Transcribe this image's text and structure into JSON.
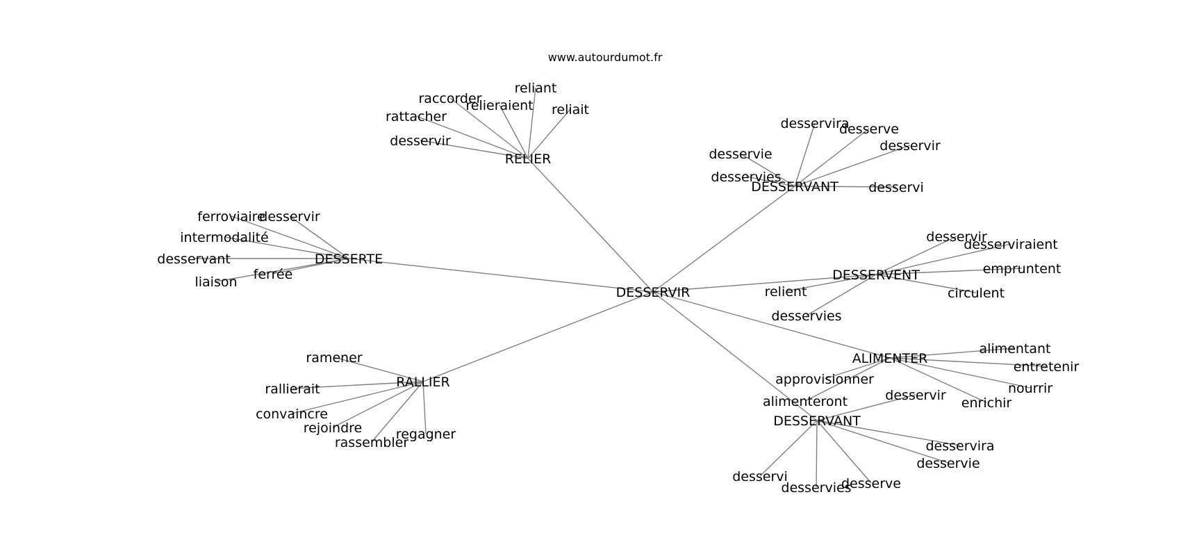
{
  "site": "www.autourdumot.fr",
  "center": "DESSERVIR",
  "clusters": [
    {
      "label": "RELIER",
      "children": [
        "raccorder",
        "reliant",
        "relieraient",
        "reliait",
        "rattacher",
        "desservir"
      ]
    },
    {
      "label": "DESSERVANT",
      "children": [
        "desservira",
        "desserve",
        "desservir",
        "desservie",
        "desservies",
        "desservi"
      ]
    },
    {
      "label": "DESSERTE",
      "children": [
        "ferroviaire",
        "desservir",
        "intermodalité",
        "desservant",
        "ferrée",
        "liaison"
      ]
    },
    {
      "label": "DESSERVENT",
      "children": [
        "desservir",
        "desserviraient",
        "empruntent",
        "relient",
        "circulent",
        "desservies"
      ]
    },
    {
      "label": "ALIMENTER",
      "children": [
        "alimentant",
        "entretenir",
        "nourrir",
        "enrichir",
        "approvisionner",
        "alimenteront"
      ]
    },
    {
      "label": "RALLIER",
      "children": [
        "ramener",
        "rallierait",
        "convaincre",
        "rejoindre",
        "regagner",
        "rassembler"
      ]
    },
    {
      "label": "DESSERVANT",
      "children": [
        "desservir",
        "desservira",
        "desservie",
        "desserve",
        "desservies",
        "desservi"
      ]
    }
  ]
}
